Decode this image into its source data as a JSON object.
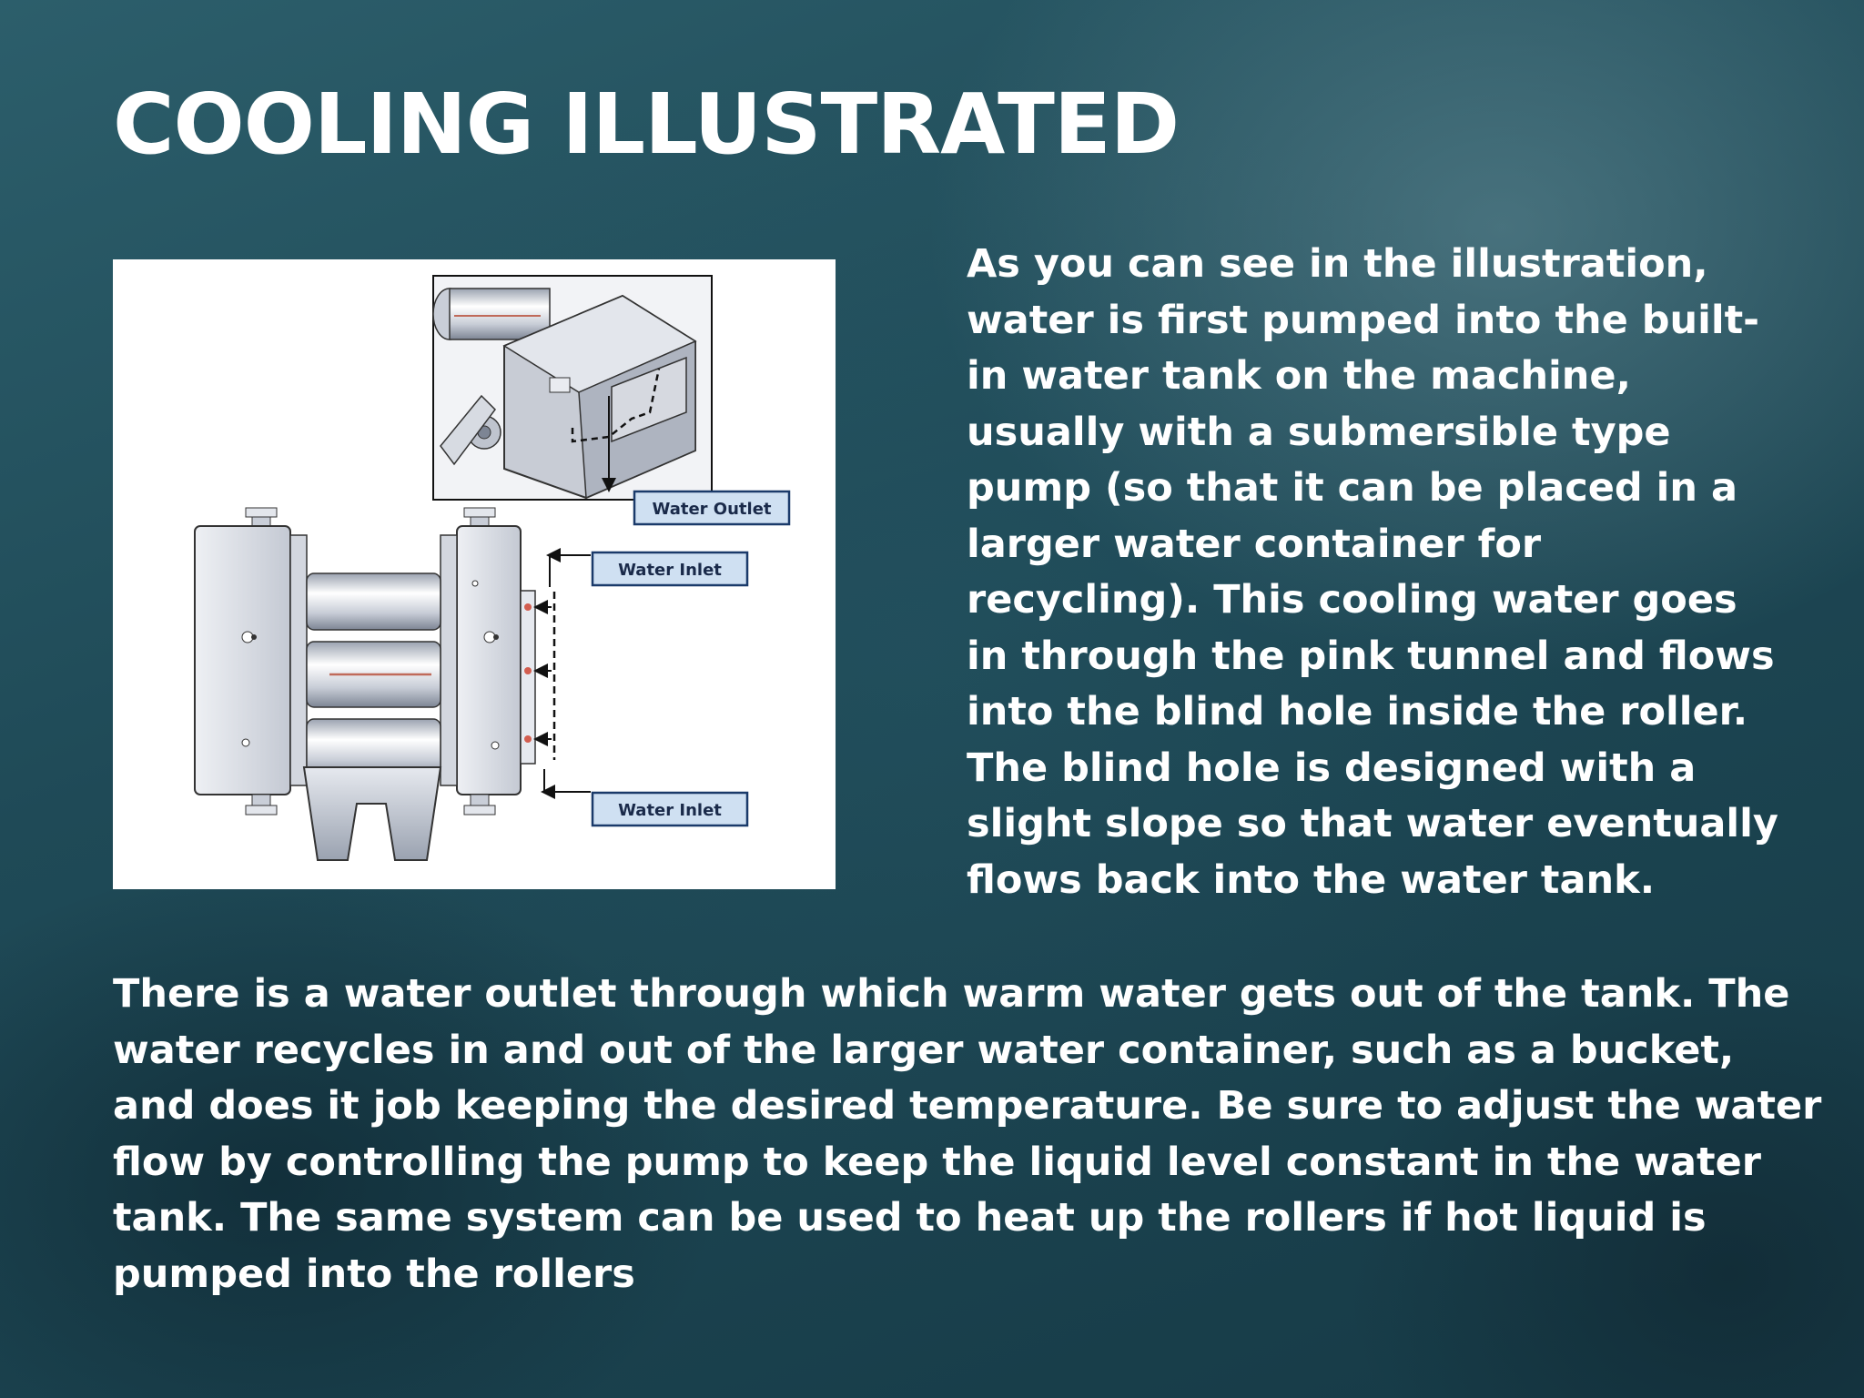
{
  "slide": {
    "title": "COOLING ILLUSTRATED",
    "side_paragraph": "As you can see in the illustration, water is first pumped into the built-in water tank on the machine, usually with a submersible type pump (so that it can be placed in a larger water container for recycling). This cooling water goes in through the pink tunnel and flows into the blind hole inside the roller. The blind hole is designed with a slight slope so that water eventually flows back into the water tank.",
    "bottom_paragraph": "There is a water outlet through which warm water gets out of the tank. The water recycles in and out of the larger water container, such as a bucket, and does it job keeping the desired temperature. Be sure to adjust the water flow by controlling the pump to keep the liquid level constant in the water tank. The same system can be used to heat up the rollers if hot liquid is pumped into the rollers"
  },
  "figure": {
    "labels": {
      "water_outlet": "Water Outlet",
      "water_inlet_top": "Water Inlet",
      "water_inlet_bottom": "Water Inlet"
    },
    "colors": {
      "label_box_fill": "#cfe0f2",
      "label_box_border": "#1a3a6a",
      "machine_metal": "#d9dde6",
      "machine_edge": "#333a44"
    }
  }
}
